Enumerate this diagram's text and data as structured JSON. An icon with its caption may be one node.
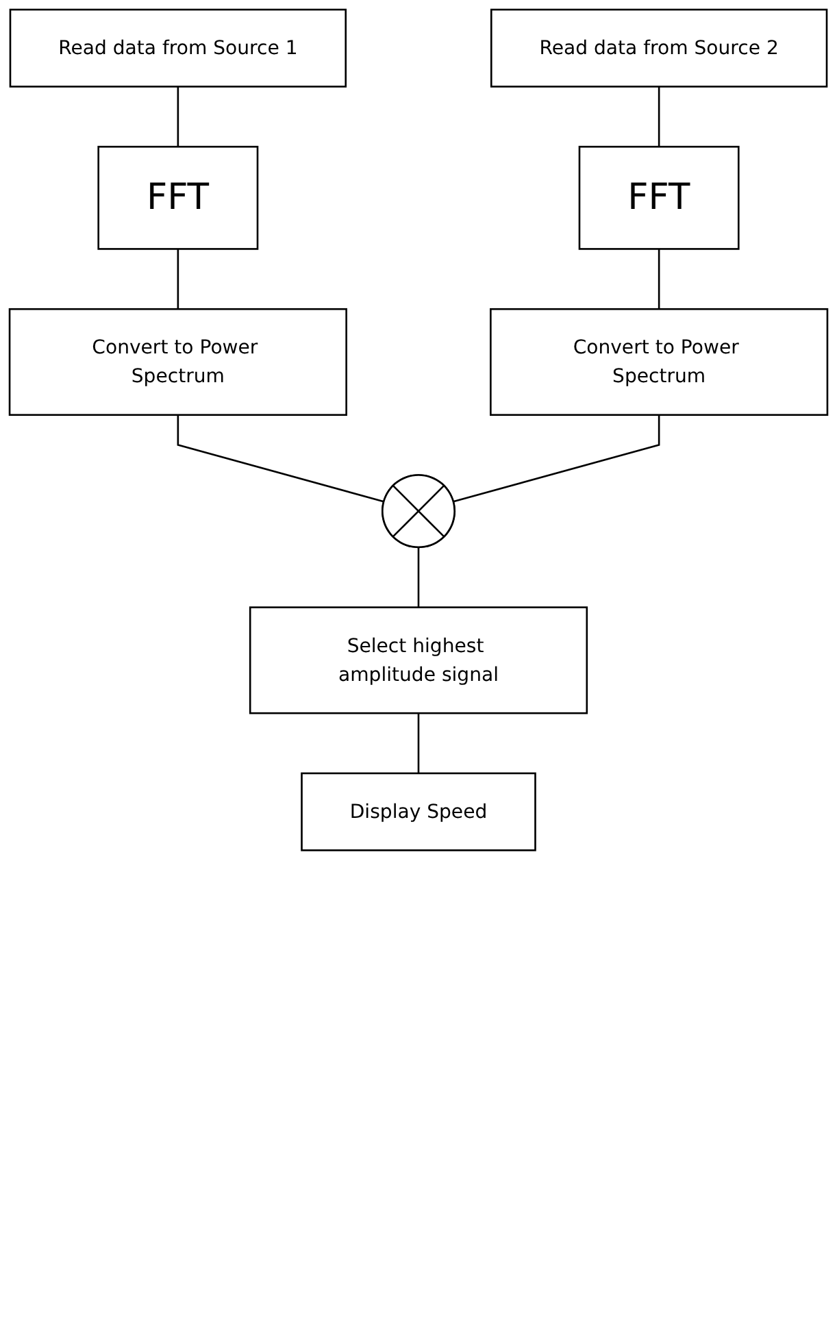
{
  "diagram": {
    "nodes": [
      {
        "text": [
          "Read data from Source 1"
        ]
      },
      {
        "text": [
          "Read data from Source 2"
        ]
      },
      {
        "text": [
          "FFT"
        ]
      },
      {
        "text": [
          "FFT"
        ]
      },
      {
        "text": [
          "Convert to Power Spectrum"
        ]
      },
      {
        "text": [
          "Convert to Power Spectrum"
        ]
      },
      {
        "text": [],
        "shape": "circle"
      },
      {
        "text": [
          "Select highest amplitude signal"
        ]
      },
      {
        "text": [
          "Display Speed"
        ]
      }
    ],
    "edges": [
      {
        "from": 0,
        "to": 2,
        "arrow": "none"
      },
      {
        "from": 2,
        "to": 4,
        "arrow": "none"
      },
      {
        "from": 4,
        "to": 6,
        "arrow": "none"
      },
      {
        "from": 1,
        "to": 3,
        "arrow": "none"
      },
      {
        "from": 3,
        "to": 5,
        "arrow": "none"
      },
      {
        "from": 5,
        "to": 6,
        "arrow": "none"
      },
      {
        "from": 6,
        "to": 7,
        "arrow": "none"
      },
      {
        "from": 7,
        "to": 8,
        "arrow": "none"
      }
    ]
  }
}
